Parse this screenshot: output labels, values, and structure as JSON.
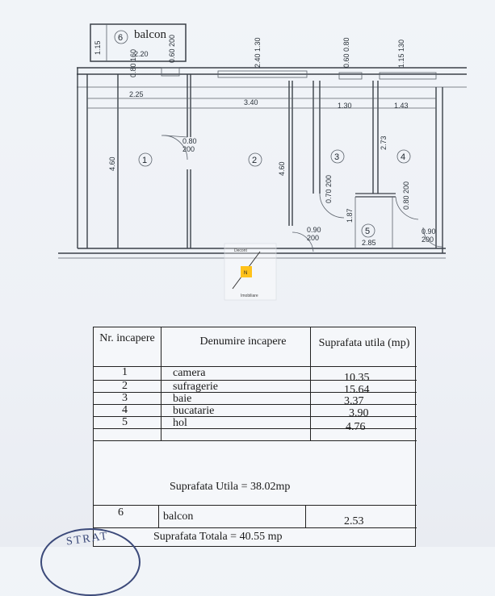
{
  "balcony_label": "balcon",
  "balcony_number": "6",
  "plan": {
    "rooms": [
      "1",
      "2",
      "3",
      "4",
      "5"
    ],
    "dims": {
      "d_115a": "1.15",
      "d_220": "2.20",
      "d_080_160": "0.80 160",
      "d_060_200": "0.60 200",
      "d_240_130": "2.40 1.30",
      "d_060_080": "0.60 0.80",
      "d_115_130": "1.15 130",
      "d_225": "2.25",
      "d_340": "3.40",
      "d_130": "1.30",
      "d_143": "1.43",
      "d_460a": "4.60",
      "d_460b": "4.60",
      "d_080_200a": "0.80",
      "d_200a": "200",
      "d_273": "2.73",
      "d_070_200": "0.70 200",
      "d_080_200b": "0.80 200",
      "d_187": "1.87",
      "d_090a": "0.90",
      "d_200b": "200",
      "d_285": "2.85",
      "d_090b": "0.90",
      "d_200c": "200"
    },
    "marker_top": "Decont",
    "marker_bottom": "Imobiliare",
    "marker_icon": "N"
  },
  "table": {
    "headers": {
      "nr": "Nr. incapere",
      "name": "Denumire incapere",
      "area": "Suprafata utila (mp)"
    },
    "rows": [
      {
        "nr": "1",
        "name": "camera",
        "area": "10.35"
      },
      {
        "nr": "2",
        "name": "sufragerie",
        "area": "15.64"
      },
      {
        "nr": "3",
        "name": "baie",
        "area": "3.37"
      },
      {
        "nr": "4",
        "name": "bucatarie",
        "area": "3.90"
      },
      {
        "nr": "5",
        "name": "hol",
        "area": "4.76"
      }
    ],
    "total_util": "Suprafata Utila = 38.02mp",
    "balcony_row": {
      "nr": "6",
      "name": "balcon",
      "area": "2.53"
    },
    "total": "Suprafata Totala = 40.55 mp"
  },
  "stamp_text": "STRAT"
}
